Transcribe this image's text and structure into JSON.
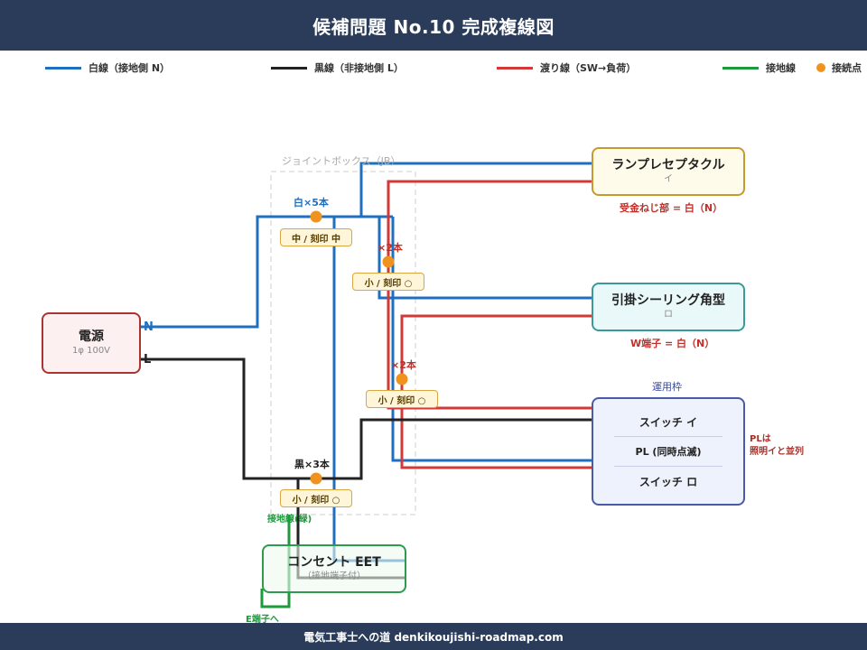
{
  "header": {
    "title": "候補問題 No.10  完成複線図"
  },
  "legend": [
    {
      "label": "白線（接地側 N）",
      "color": "#1f6fbf"
    },
    {
      "label": "黒線（非接地側 L）",
      "color": "#222222"
    },
    {
      "label": "渡り線（SW→負荷）",
      "color": "#d23a3a"
    },
    {
      "label": "接地線",
      "color": "#1c9a3c"
    },
    {
      "label": "接続点",
      "color": "#f0921e"
    }
  ],
  "junction_box": {
    "label": "ジョイントボックス（JB）"
  },
  "source": {
    "title": "電源",
    "subtitle": "1φ 100V",
    "terminal_n": "N",
    "terminal_l": "L"
  },
  "lamp": {
    "title": "ランプレセプタクル",
    "subtitle": "イ",
    "note": "受金ねじ部 = 白（N）"
  },
  "ceiling": {
    "title": "引掛シーリング角型",
    "subtitle": "ロ",
    "note": "W端子 = 白（N）"
  },
  "switch_panel": {
    "frame_label": "運用枠",
    "rows": [
      "スイッチ イ",
      "PL (同時点滅)",
      "スイッチ ロ"
    ],
    "note_line1": "PLは",
    "note_line2": "照明イと並列"
  },
  "outlet": {
    "title": "コンセント EET",
    "subtitle": "（接地端子付）",
    "ground_label": "接地線(緑)",
    "e_label": "E端子へ"
  },
  "connections": {
    "white_count": "白×5本",
    "black_count": "黒×3本",
    "red1_count": "×2本",
    "red2_count": "×2本",
    "sleeve_white": "中 / 刻印 中",
    "sleeve_red1": "小 / 刻印 ○",
    "sleeve_red2": "小 / 刻印 ○",
    "sleeve_black": "小 / 刻印 ○"
  },
  "colors": {
    "white_wire": "#1f6fbf",
    "black_wire": "#222222",
    "red_wire": "#d23a3a",
    "ground_wire": "#1c9a3c",
    "node": "#f0921e"
  },
  "footer": {
    "text": "電気工事士への道  denkikoujishi-roadmap.com"
  }
}
